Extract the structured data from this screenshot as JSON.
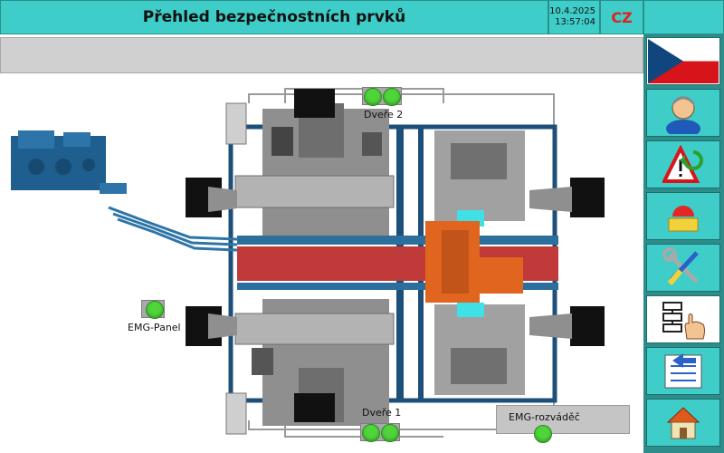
{
  "header": {
    "title": "Přehled bezpečnostních prvků",
    "date": "10.4.2025",
    "time": "13:57:04",
    "language": "CZ"
  },
  "sidebar": {
    "items": [
      {
        "icon": "czech-flag-icon"
      },
      {
        "icon": "user-icon"
      },
      {
        "icon": "alarm-warning-icon"
      },
      {
        "icon": "beacon-light-icon"
      },
      {
        "icon": "tools-icon"
      },
      {
        "icon": "diagram-hand-icon"
      },
      {
        "icon": "back-list-icon"
      },
      {
        "icon": "home-icon"
      }
    ]
  },
  "machine": {
    "labels": {
      "door2": "Dveře 2",
      "door1": "Dveře 1",
      "emg_panel": "EMG-Panel",
      "emg_cabinet": "EMG-rozváděč"
    }
  },
  "colors": {
    "header": "#3ecdc8",
    "sidebar": "#2e8d8a",
    "indicator_ok": "#4fd43a",
    "frame": "#1c4f7a",
    "conveyor": "#c03a3a",
    "hot_zone": "#e0651e"
  }
}
